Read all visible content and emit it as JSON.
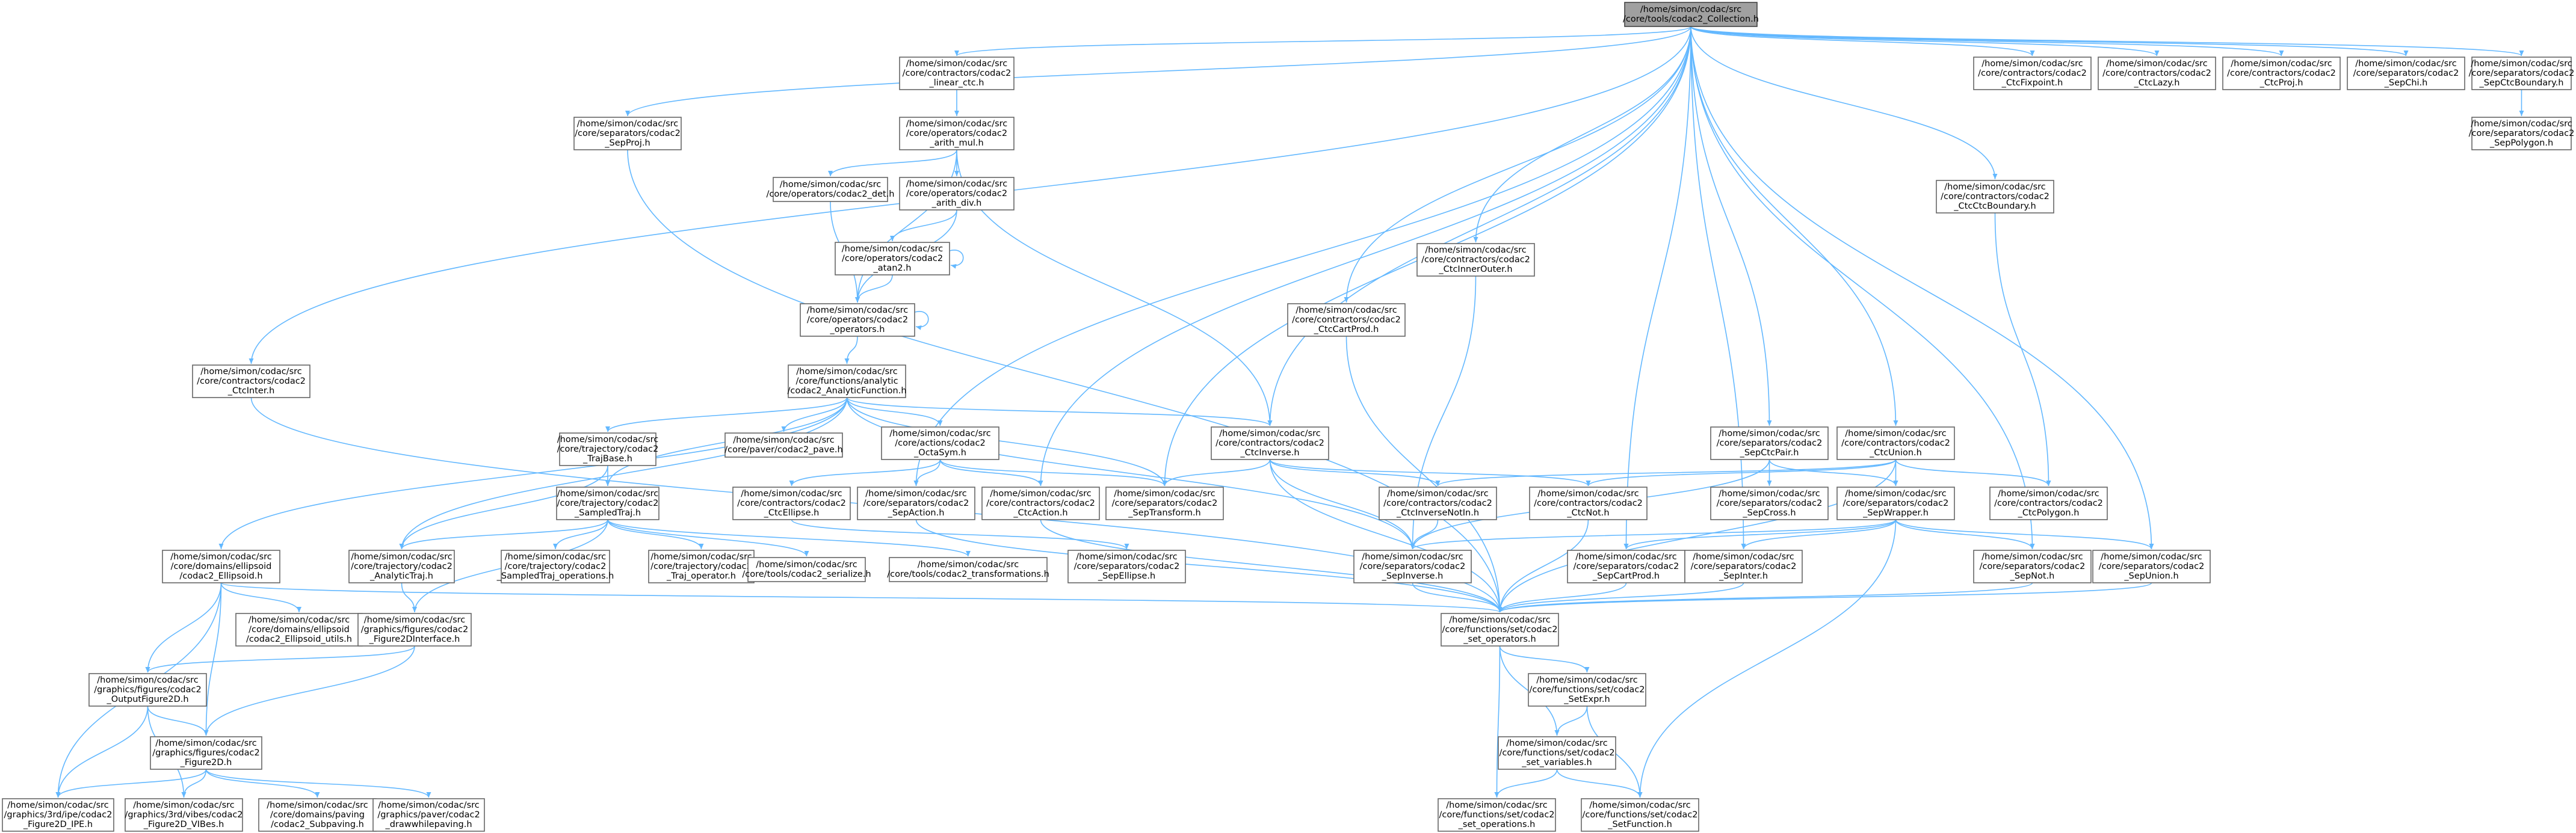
{
  "colors": {
    "edge": "#63b8ff",
    "node_border": "#666666",
    "root_fill": "#a0a0a0",
    "node_fill": "#ffffff"
  },
  "nodes": [
    {
      "id": "collection",
      "lines": [
        "/home/simon/codac/src",
        "/core/tools/codac2_Collection.h"
      ]
    },
    {
      "id": "linear_ctc",
      "lines": [
        "/home/simon/codac/src",
        "/core/contractors/codac2",
        "_linear_ctc.h"
      ]
    },
    {
      "id": "ctcfixpoint",
      "lines": [
        "/home/simon/codac/src",
        "/core/contractors/codac2",
        "_CtcFixpoint.h"
      ]
    },
    {
      "id": "ctclazy",
      "lines": [
        "/home/simon/codac/src",
        "/core/contractors/codac2",
        "_CtcLazy.h"
      ]
    },
    {
      "id": "ctcproj",
      "lines": [
        "/home/simon/codac/src",
        "/core/contractors/codac2",
        "_CtcProj.h"
      ]
    },
    {
      "id": "sepchi",
      "lines": [
        "/home/simon/codac/src",
        "/core/separators/codac2",
        "_SepChi.h"
      ]
    },
    {
      "id": "sepctcboundary",
      "lines": [
        "/home/simon/codac/src",
        "/core/separators/codac2",
        "_SepCtcBoundary.h"
      ]
    },
    {
      "id": "sepproj",
      "lines": [
        "/home/simon/codac/src",
        "/core/separators/codac2",
        "_SepProj.h"
      ]
    },
    {
      "id": "arith_mul",
      "lines": [
        "/home/simon/codac/src",
        "/core/operators/codac2",
        "_arith_mul.h"
      ]
    },
    {
      "id": "seppolygon",
      "lines": [
        "/home/simon/codac/src",
        "/core/separators/codac2",
        "_SepPolygon.h"
      ]
    },
    {
      "id": "det",
      "lines": [
        "/home/simon/codac/src",
        "/core/operators/codac2_det.h"
      ]
    },
    {
      "id": "arith_div",
      "lines": [
        "/home/simon/codac/src",
        "/core/operators/codac2",
        "_arith_div.h"
      ]
    },
    {
      "id": "ctcctcboundary",
      "lines": [
        "/home/simon/codac/src",
        "/core/contractors/codac2",
        "_CtcCtcBoundary.h"
      ]
    },
    {
      "id": "atan2",
      "lines": [
        "/home/simon/codac/src",
        "/core/operators/codac2",
        "_atan2.h"
      ]
    },
    {
      "id": "ctcinnerouter",
      "lines": [
        "/home/simon/codac/src",
        "/core/contractors/codac2",
        "_CtcInnerOuter.h"
      ]
    },
    {
      "id": "operators",
      "lines": [
        "/home/simon/codac/src",
        "/core/operators/codac2",
        "_operators.h"
      ]
    },
    {
      "id": "ctccartprod",
      "lines": [
        "/home/simon/codac/src",
        "/core/contractors/codac2",
        "_CtcCartProd.h"
      ]
    },
    {
      "id": "ctcinter",
      "lines": [
        "/home/simon/codac/src",
        "/core/contractors/codac2",
        "_CtcInter.h"
      ]
    },
    {
      "id": "analyticfunction",
      "lines": [
        "/home/simon/codac/src",
        "/core/functions/analytic",
        "/codac2_AnalyticFunction.h"
      ]
    },
    {
      "id": "ctcinverse",
      "lines": [
        "/home/simon/codac/src",
        "/core/contractors/codac2",
        "_CtcInverse.h"
      ]
    },
    {
      "id": "sepctcpair",
      "lines": [
        "/home/simon/codac/src",
        "/core/separators/codac2",
        "_SepCtcPair.h"
      ]
    },
    {
      "id": "ctcunion",
      "lines": [
        "/home/simon/codac/src",
        "/core/contractors/codac2",
        "_CtcUnion.h"
      ]
    },
    {
      "id": "trajbase",
      "lines": [
        "/home/simon/codac/src",
        "/core/trajectory/codac2",
        "_TrajBase.h"
      ]
    },
    {
      "id": "pave",
      "lines": [
        "/home/simon/codac/src",
        "/core/paver/codac2_pave.h"
      ]
    },
    {
      "id": "octasym",
      "lines": [
        "/home/simon/codac/src",
        "/core/actions/codac2",
        "_OctaSym.h"
      ]
    },
    {
      "id": "sampledtraj",
      "lines": [
        "/home/simon/codac/src",
        "/core/trajectory/codac2",
        "_SampledTraj.h"
      ]
    },
    {
      "id": "ctcellipse",
      "lines": [
        "/home/simon/codac/src",
        "/core/contractors/codac2",
        "_CtcEllipse.h"
      ]
    },
    {
      "id": "sepaction",
      "lines": [
        "/home/simon/codac/src",
        "/core/separators/codac2",
        "_SepAction.h"
      ]
    },
    {
      "id": "ctcaction",
      "lines": [
        "/home/simon/codac/src",
        "/core/contractors/codac2",
        "_CtcAction.h"
      ]
    },
    {
      "id": "septransform",
      "lines": [
        "/home/simon/codac/src",
        "/core/separators/codac2",
        "_SepTransform.h"
      ]
    },
    {
      "id": "ctcinversenotin",
      "lines": [
        "/home/simon/codac/src",
        "/core/contractors/codac2",
        "_CtcInverseNotIn.h"
      ]
    },
    {
      "id": "ctcnot",
      "lines": [
        "/home/simon/codac/src",
        "/core/contractors/codac2",
        "_CtcNot.h"
      ]
    },
    {
      "id": "sepcross",
      "lines": [
        "/home/simon/codac/src",
        "/core/separators/codac2",
        "_SepCross.h"
      ]
    },
    {
      "id": "sepwrapper",
      "lines": [
        "/home/simon/codac/src",
        "/core/separators/codac2",
        "_SepWrapper.h"
      ]
    },
    {
      "id": "ctcpolygon",
      "lines": [
        "/home/simon/codac/src",
        "/core/contractors/codac2",
        "_CtcPolygon.h"
      ]
    },
    {
      "id": "ellipsoid",
      "lines": [
        "/home/simon/codac/src",
        "/core/domains/ellipsoid",
        "/codac2_Ellipsoid.h"
      ]
    },
    {
      "id": "analytictraj",
      "lines": [
        "/home/simon/codac/src",
        "/core/trajectory/codac2",
        "_AnalyticTraj.h"
      ]
    },
    {
      "id": "sampledtraj_ops",
      "lines": [
        "/home/simon/codac/src",
        "/core/trajectory/codac2",
        "_SampledTraj_operations.h"
      ]
    },
    {
      "id": "traj_operator",
      "lines": [
        "/home/simon/codac/src",
        "/core/trajectory/codac2",
        "_Traj_operator.h"
      ]
    },
    {
      "id": "serialize",
      "lines": [
        "/home/simon/codac/src",
        "/core/tools/codac2_serialize.h"
      ]
    },
    {
      "id": "transformations",
      "lines": [
        "/home/simon/codac/src",
        "/core/tools/codac2_transformations.h"
      ]
    },
    {
      "id": "sepellipse",
      "lines": [
        "/home/simon/codac/src",
        "/core/separators/codac2",
        "_SepEllipse.h"
      ]
    },
    {
      "id": "sepinverse",
      "lines": [
        "/home/simon/codac/src",
        "/core/separators/codac2",
        "_SepInverse.h"
      ]
    },
    {
      "id": "sepcartprod",
      "lines": [
        "/home/simon/codac/src",
        "/core/separators/codac2",
        "_SepCartProd.h"
      ]
    },
    {
      "id": "sepinter",
      "lines": [
        "/home/simon/codac/src",
        "/core/separators/codac2",
        "_SepInter.h"
      ]
    },
    {
      "id": "sepnot",
      "lines": [
        "/home/simon/codac/src",
        "/core/separators/codac2",
        "_SepNot.h"
      ]
    },
    {
      "id": "sepunion",
      "lines": [
        "/home/simon/codac/src",
        "/core/separators/codac2",
        "_SepUnion.h"
      ]
    },
    {
      "id": "ellipsoid_utils",
      "lines": [
        "/home/simon/codac/src",
        "/core/domains/ellipsoid",
        "/codac2_Ellipsoid_utils.h"
      ]
    },
    {
      "id": "figure2dinterface",
      "lines": [
        "/home/simon/codac/src",
        "/graphics/figures/codac2",
        "_Figure2DInterface.h"
      ]
    },
    {
      "id": "set_operators",
      "lines": [
        "/home/simon/codac/src",
        "/core/functions/set/codac2",
        "_set_operators.h"
      ]
    },
    {
      "id": "setexpr",
      "lines": [
        "/home/simon/codac/src",
        "/core/functions/set/codac2",
        "_SetExpr.h"
      ]
    },
    {
      "id": "outputfigure2d",
      "lines": [
        "/home/simon/codac/src",
        "/graphics/figures/codac2",
        "_OutputFigure2D.h"
      ]
    },
    {
      "id": "figure2d",
      "lines": [
        "/home/simon/codac/src",
        "/graphics/figures/codac2",
        "_Figure2D.h"
      ]
    },
    {
      "id": "set_variables",
      "lines": [
        "/home/simon/codac/src",
        "/core/functions/set/codac2",
        "_set_variables.h"
      ]
    },
    {
      "id": "figure2d_ipe",
      "lines": [
        "/home/simon/codac/src",
        "/graphics/3rd/ipe/codac2",
        "_Figure2D_IPE.h"
      ]
    },
    {
      "id": "figure2d_vibes",
      "lines": [
        "/home/simon/codac/src",
        "/graphics/3rd/vibes/codac2",
        "_Figure2D_VIBes.h"
      ]
    },
    {
      "id": "subpaving",
      "lines": [
        "/home/simon/codac/src",
        "/core/domains/paving",
        "/codac2_Subpaving.h"
      ]
    },
    {
      "id": "drawwhilepaving",
      "lines": [
        "/home/simon/codac/src",
        "/graphics/paver/codac2",
        "_drawwhilepaving.h"
      ]
    },
    {
      "id": "set_operations",
      "lines": [
        "/home/simon/codac/src",
        "/core/functions/set/codac2",
        "_set_operations.h"
      ]
    },
    {
      "id": "setfunction",
      "lines": [
        "/home/simon/codac/src",
        "/core/functions/set/codac2",
        "_SetFunction.h"
      ]
    }
  ]
}
